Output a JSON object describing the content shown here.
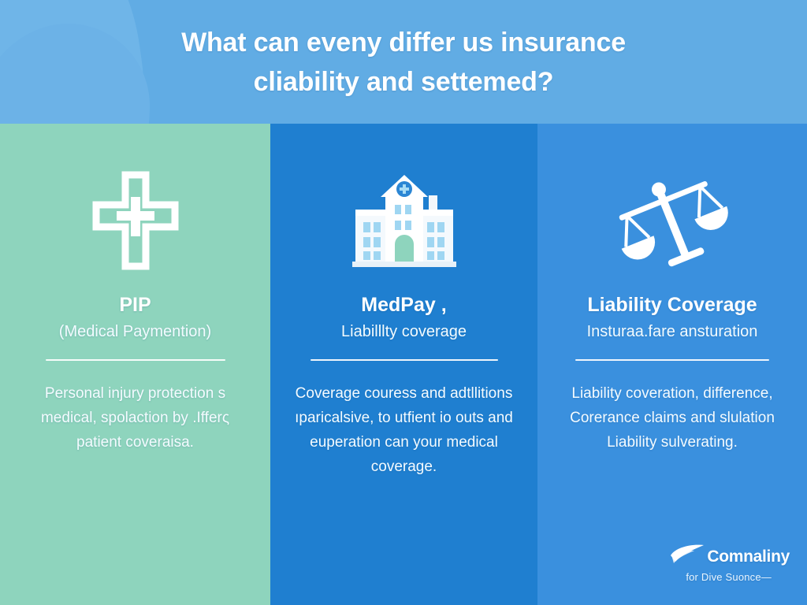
{
  "header": {
    "title_line1": "What can eveny differ us insurance",
    "title_line2": "cliability and settemed?",
    "background_color": "#61ace4"
  },
  "columns": [
    {
      "icon": "medical-cross-icon",
      "title": "PIP",
      "subtitle": "(Medical Paymention)",
      "body": "Personal injury protection s medical, spolaction by .Ifferς patient coveraisa.",
      "background_color": "#8ed4bd"
    },
    {
      "icon": "hospital-building-icon",
      "title": "MedPay ,",
      "subtitle": "Liabilllty coverage",
      "body": "Coverage couress and adtllitions ıparicalsive, to utfient io outs and euperation can your medical coverage.",
      "background_color": "#1f7fd0"
    },
    {
      "icon": "scales-of-justice-icon",
      "title": "Liability Coverage",
      "subtitle": "Insturaa.fare ansturation",
      "body": "Liability coveration, difference, Corerance claims and slulation Liability sulverating.",
      "background_color": "#3a90de"
    }
  ],
  "logo": {
    "name": "Comnaliny",
    "tagline": "for Dive Suonce—",
    "mark": "swoosh-icon"
  }
}
